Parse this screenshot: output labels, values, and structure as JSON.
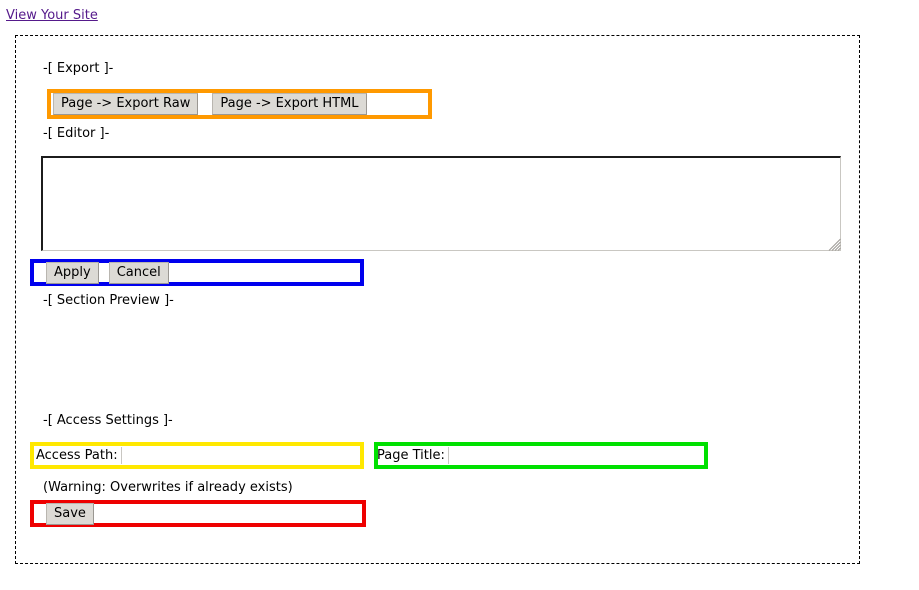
{
  "top_link": {
    "label": "View Your Site"
  },
  "panel": {
    "sections": {
      "export": "-[ Export ]-",
      "editor": "-[ Editor ]-",
      "section_preview": "-[ Section Preview ]-",
      "access_settings": "-[ Access Settings ]-"
    },
    "export": {
      "export_raw_label": "Page -> Export Raw",
      "export_html_label": "Page -> Export HTML"
    },
    "editor": {
      "content": "",
      "placeholder": ""
    },
    "editor_actions": {
      "apply_label": "Apply",
      "cancel_label": "Cancel"
    },
    "access_settings": {
      "access_path_label": "Access Path:",
      "access_path_value": "",
      "access_path_placeholder": "",
      "page_title_label": "Page Title:",
      "page_title_value": "",
      "page_title_placeholder": "",
      "warning": "(Warning: Overwrites if already exists)",
      "save_label": "Save"
    }
  },
  "highlight_colors": {
    "export": "#ff9900",
    "editor_actions": "#0000ee",
    "access_path": "#ffe800",
    "page_title": "#00e000",
    "save": "#ee0000",
    "link": "#551a8b",
    "panel_border": "#000000"
  }
}
